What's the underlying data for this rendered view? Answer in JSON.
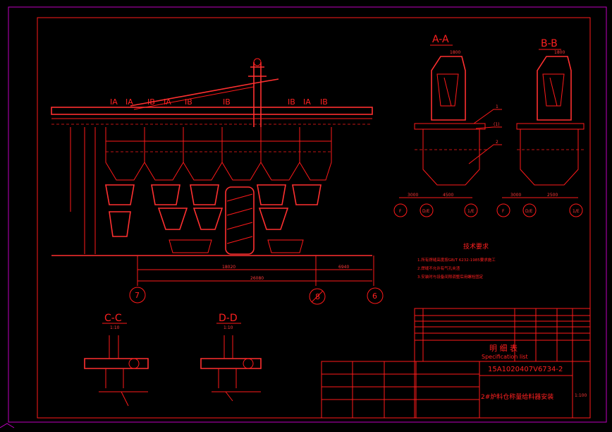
{
  "colors": {
    "background": "#000000",
    "line": "#ff1a1a",
    "frame": "#c000c0"
  },
  "sections": {
    "aa": "A-A",
    "bb": "B-B",
    "cc": "C-C",
    "dd": "D-D",
    "cc_scale": "1:10",
    "dd_scale": "1:10"
  },
  "main_view": {
    "top_labels": [
      "IA",
      "IA",
      "IB",
      "IA",
      "IB",
      "IB",
      "IB",
      "IA",
      "IB"
    ],
    "axis_7": "7",
    "axis_8": "8",
    "axis_6": "6",
    "dims_bottom": [
      "18020",
      "6940",
      "26080"
    ]
  },
  "section_aa": {
    "dims_top": "1800",
    "dims_bottom": [
      "3000",
      "4500"
    ],
    "leaders": [
      "1",
      "(1)",
      "2"
    ],
    "axes": [
      "F",
      "D/E",
      "1/E"
    ]
  },
  "section_bb": {
    "dims_top": "1800",
    "dims_bottom": [
      "3000",
      "2500"
    ],
    "axes": [
      "F",
      "D/E",
      "1/E"
    ]
  },
  "tech_notes": {
    "title": "技术要求",
    "lines": [
      "1.所有焊缝高度按GB/T 6232-1985要求施工",
      "2.焊缝不允许有气孔夹渣",
      "3.安装时与设备间隙调整后用螺栓固定"
    ]
  },
  "spec_table": {
    "title_cn": "明 细 表",
    "title_en": "Specification list",
    "drawing_no": "15A1020407V6734-2",
    "drawing_name": "2#炉料仓称量给料器安装",
    "scale": "1:100"
  }
}
